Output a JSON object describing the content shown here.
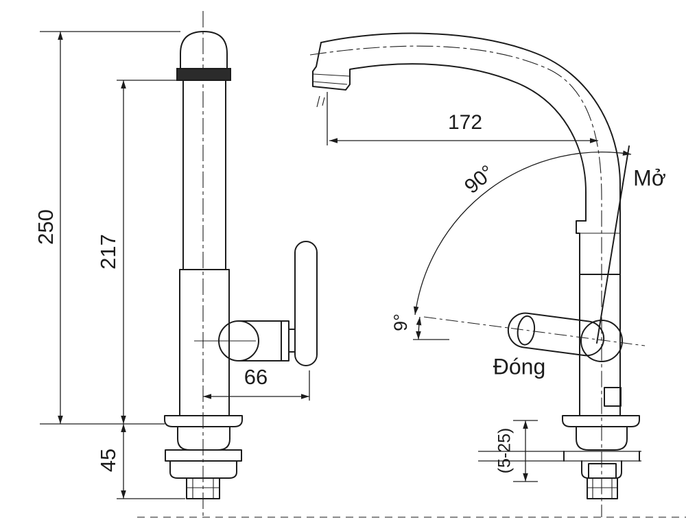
{
  "drawing": {
    "background_color": "#ffffff",
    "line_color": "#1c1c1c",
    "left_view": {
      "dim_total_height": "250",
      "dim_spout_height": "217",
      "dim_handle_reach": "66",
      "dim_shank_length": "45"
    },
    "right_view": {
      "dim_spout_reach": "172",
      "dim_open_angle": "90°",
      "dim_closed_angle": "9°",
      "dim_deck_thickness": "(5-25)",
      "label_open": "Mở",
      "label_closed": "Đóng"
    }
  }
}
